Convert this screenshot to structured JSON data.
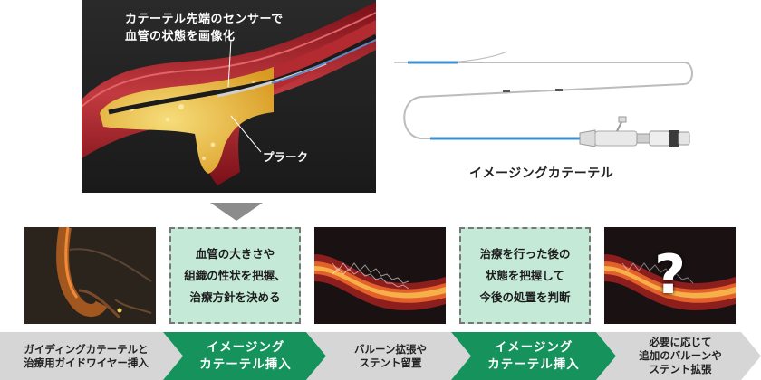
{
  "hero": {
    "caption": "カテーテル先端のセンサーで\n血管の状態を画像化",
    "plaque_label": "プラーク"
  },
  "catheter": {
    "label": "イメージングカテーテル"
  },
  "notes": [
    {
      "text": "血管の大きさや\n組織の性状を把握、\n治療方針を決める"
    },
    {
      "text": "治療を行った後の\n状態を把握して\n今後の処置を判断"
    }
  ],
  "thumb_question_mark": "?",
  "steps": [
    {
      "label": "ガイディングカテーテルと\n治療用ガイドワイヤー挿入",
      "style": "gray"
    },
    {
      "label": "イメージング\nカテーテル挿入",
      "style": "green"
    },
    {
      "label": "バルーン拡張や\nステント留置",
      "style": "gray"
    },
    {
      "label": "イメージング\nカテーテル挿入",
      "style": "green"
    },
    {
      "label": "必要に応じて\n追加のバルーンや\nステント拡張",
      "style": "gray"
    }
  ],
  "colors": {
    "green": "#16935c",
    "gray": "#d6d6d6",
    "note_bg": "#c4ead7",
    "catheter_blue": "#3a8fd1",
    "vessel_red": "#a5222c",
    "plaque_yellow": "#f0c040"
  }
}
